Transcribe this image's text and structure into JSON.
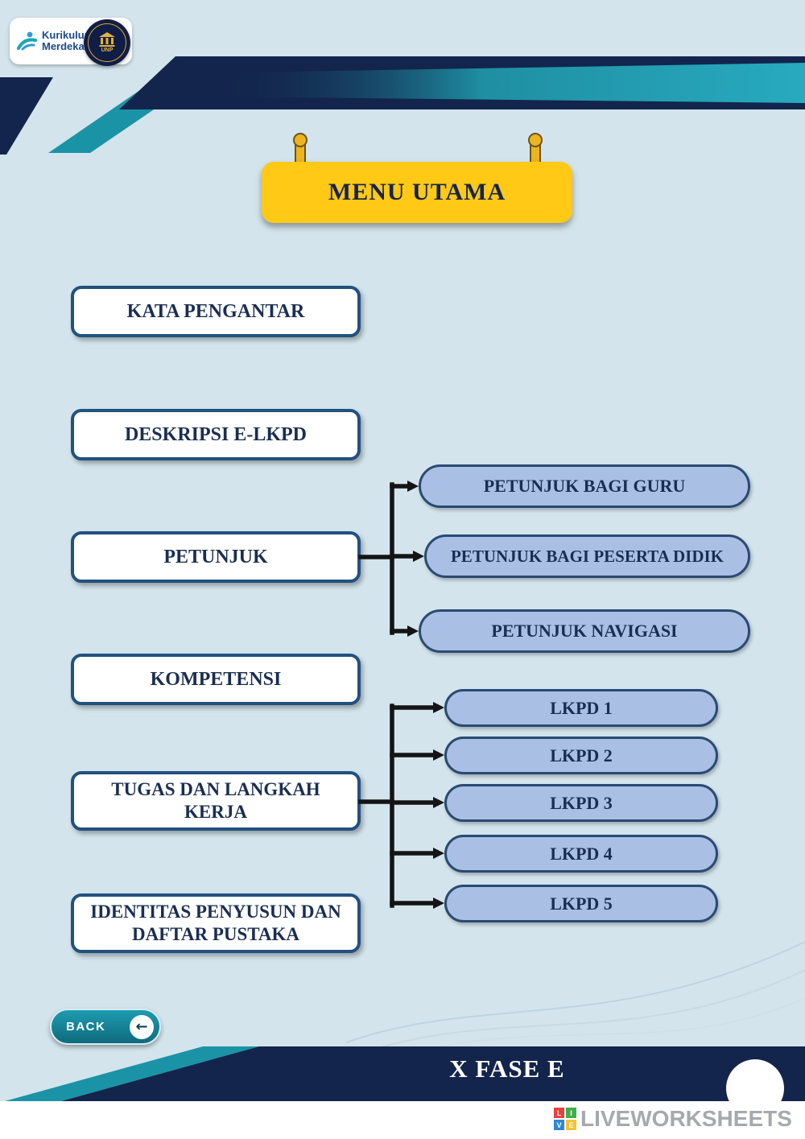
{
  "brand": {
    "line1": "Kurikulum",
    "line2": "Merdeka",
    "university_seal": "UNP"
  },
  "sign": {
    "title": "MENU UTAMA"
  },
  "menu": {
    "items": [
      {
        "label": "KATA PENGANTAR"
      },
      {
        "label": "DESKRIPSI E-LKPD"
      },
      {
        "label": "PETUNJUK"
      },
      {
        "label": "KOMPETENSI"
      },
      {
        "label": "TUGAS DAN LANGKAH KERJA"
      },
      {
        "label": "IDENTITAS PENYUSUN DAN DAFTAR PUSTAKA"
      }
    ],
    "petunjuk_children": [
      "PETUNJUK BAGI GURU",
      "PETUNJUK BAGI PESERTA DIDIK",
      "PETUNJUK NAVIGASI"
    ],
    "lkpd_children": [
      "LKPD 1",
      "LKPD 2",
      "LKPD 3",
      "LKPD 4",
      "LKPD 5"
    ]
  },
  "footer": {
    "back_label": "BACK",
    "phase_label": "X FASE E",
    "watermark": "LIVEWORKSHEETS",
    "watermark_letters": [
      "L",
      "I",
      "V",
      "E"
    ]
  },
  "colors": {
    "navy": "#13254c",
    "teal": "#1b93a6",
    "yellow": "#ffc916",
    "sub_button_blue": "#a9c0e4",
    "background": "#d3e4ec"
  }
}
